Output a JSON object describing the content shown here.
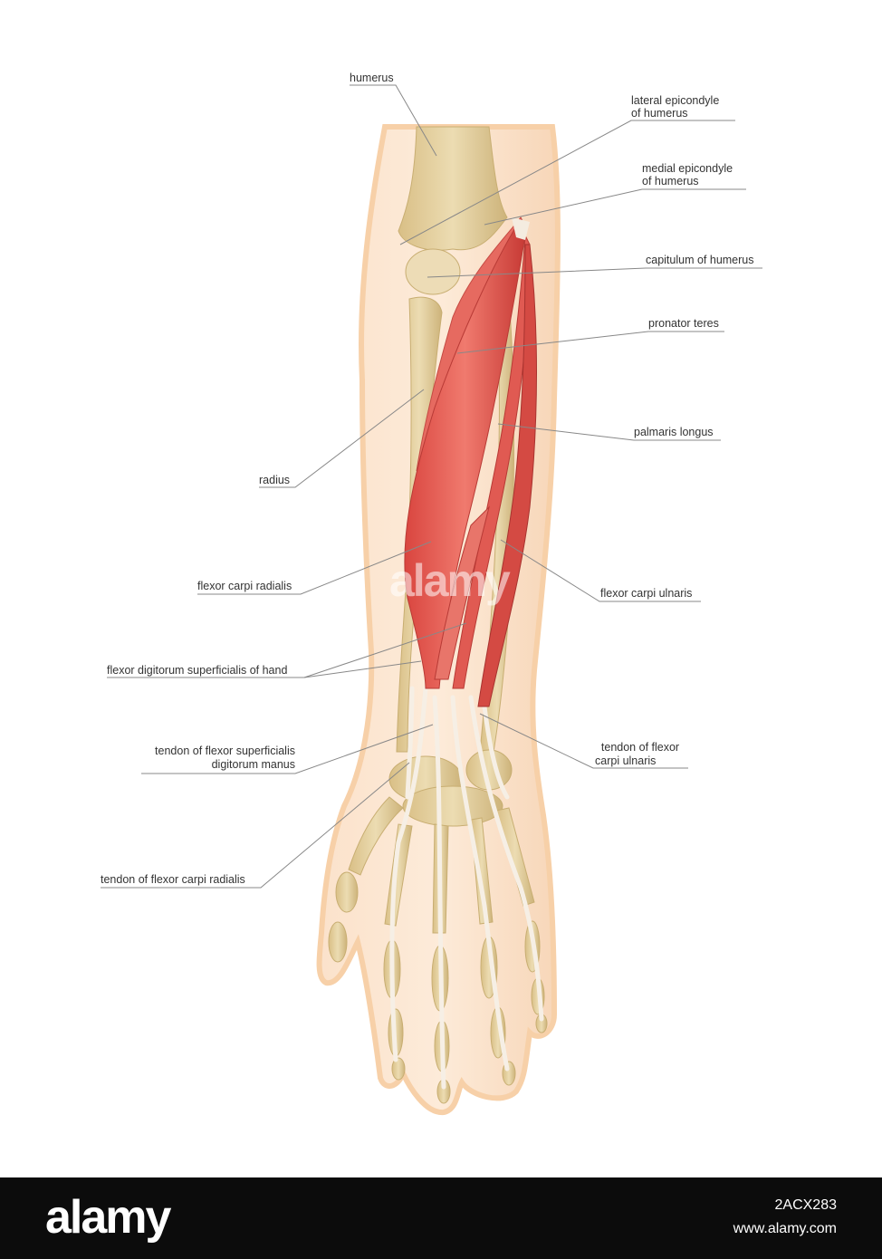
{
  "labels": {
    "humerus": "humerus",
    "lateral_epicondyle_1": "lateral epicondyle",
    "lateral_epicondyle_2": "of humerus",
    "medial_epicondyle_1": "medial epicondyle",
    "medial_epicondyle_2": "of humerus",
    "capitulum": "capitulum of humerus",
    "pronator_teres": "pronator teres",
    "palmaris_longus": "palmaris longus",
    "radius": "radius",
    "flexor_carpi_radialis": "flexor carpi radialis",
    "flexor_carpi_ulnaris": "flexor carpi ulnaris",
    "flexor_digitorum": "flexor digitorum superficialis of hand",
    "tendon_fsdm_1": "tendon of flexor superficialis",
    "tendon_fsdm_2": "digitorum manus",
    "tendon_fcu_1": "tendon of flexor",
    "tendon_fcu_2": "carpi ulnaris",
    "tendon_fcr": "tendon of flexor carpi radialis"
  },
  "watermark": "alamy",
  "footer": {
    "logo": "alamy",
    "image_id": "2ACX283",
    "site": "www.alamy.com"
  },
  "colors": {
    "skin": "#f8d8bc",
    "bone": "#e2cc98",
    "muscle": "#e0514a",
    "tendon": "#f4ece0",
    "leader": "#888888"
  }
}
